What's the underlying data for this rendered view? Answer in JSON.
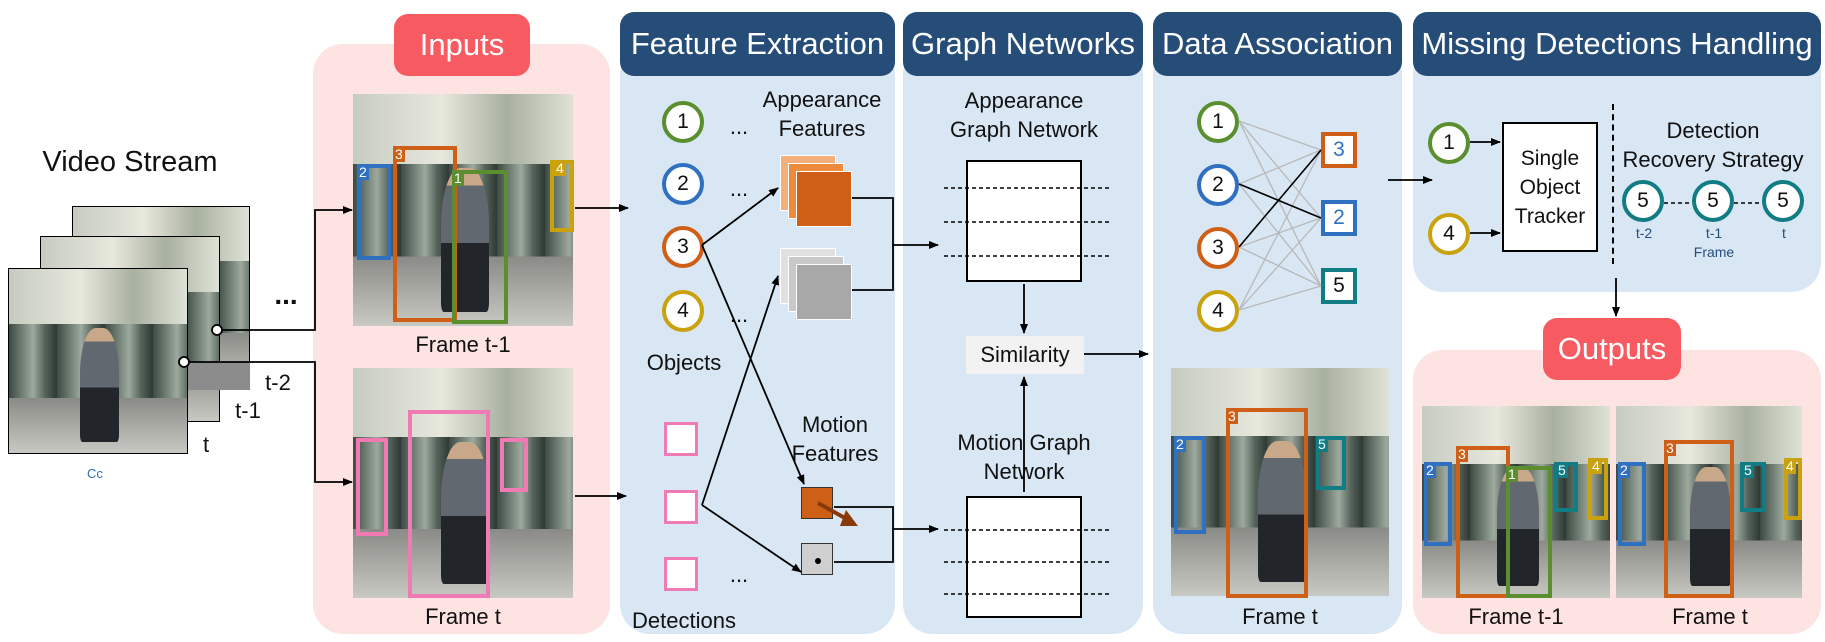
{
  "colors": {
    "green": "#5a8e2e",
    "blue": "#2f70c0",
    "orange": "#cf5f16",
    "yellow": "#c9a20e",
    "pink": "#f07ab4",
    "teal": "#127c84",
    "header_blue": "#264d78",
    "header_red": "#f75a60"
  },
  "video": {
    "title": "Video Stream",
    "labels": {
      "t2": "t-2",
      "t1": "t-1",
      "t": "t"
    },
    "caption": "Cc",
    "ellipsis": "..."
  },
  "inputs": {
    "header": "Inputs",
    "frame_top": "Frame t-1",
    "frame_bottom": "Frame t",
    "top_boxes": [
      {
        "id": "2"
      },
      {
        "id": "3"
      },
      {
        "id": "1"
      },
      {
        "id": "4"
      }
    ]
  },
  "feature": {
    "header": "Feature Extraction",
    "objects": [
      "1",
      "2",
      "3",
      "4"
    ],
    "objects_label": "Objects",
    "detections_label": "Detections",
    "appearance": "Appearance Features",
    "motion": "Motion Features",
    "ellipsis": "..."
  },
  "graph": {
    "header": "Graph Networks",
    "appearance": "Appearance Graph Network",
    "motion": "Motion Graph Network",
    "similarity": "Similarity"
  },
  "association": {
    "header": "Data Association",
    "left": [
      "1",
      "2",
      "3",
      "4"
    ],
    "right": [
      "3",
      "2",
      "5"
    ],
    "frame": "Frame t",
    "boxes": [
      {
        "id": "2"
      },
      {
        "id": "3"
      },
      {
        "id": "5"
      }
    ]
  },
  "missing": {
    "header": "Missing Detections Handling",
    "inputs": [
      "1",
      "4"
    ],
    "tracker": "Single Object Tracker",
    "strategy": "Detection Recovery Strategy",
    "recovery_ids": [
      "5",
      "5",
      "5"
    ],
    "times": [
      "t-2",
      "t-1",
      "t"
    ],
    "frame_label": "Frame"
  },
  "outputs": {
    "header": "Outputs",
    "frame_left": "Frame t-1",
    "frame_right": "Frame t",
    "left_boxes": [
      {
        "id": "2"
      },
      {
        "id": "3"
      },
      {
        "id": "1"
      },
      {
        "id": "5"
      },
      {
        "id": "4"
      }
    ],
    "right_boxes": [
      {
        "id": "2"
      },
      {
        "id": "3"
      },
      {
        "id": "5"
      },
      {
        "id": "4"
      }
    ]
  }
}
